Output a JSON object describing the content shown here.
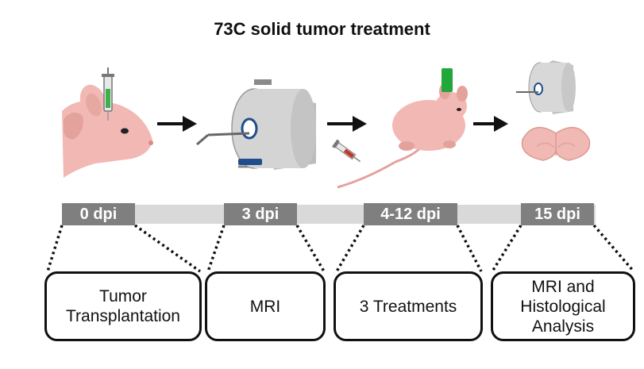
{
  "title": "73C solid tumor treatment",
  "colors": {
    "skin": "#f2b8b4",
    "skin_shadow": "#e4a29c",
    "badge": "#7f7f7f",
    "bar": "#d9d9d9",
    "scanner": "#d4d4d4",
    "scanner_ring": "#1f4e8c",
    "syringe_liquid_green": "#3cb04a",
    "syringe_liquid_red": "#c0392b",
    "implant_green": "#22a83a",
    "brain": "#f0b9b3"
  },
  "stages": [
    {
      "dpi_label": "0 dpi",
      "box_lines": [
        "Tumor",
        "Transplantation"
      ],
      "illustration": "mouse-head-syringe-icon"
    },
    {
      "dpi_label": "3 dpi",
      "box_lines": [
        "MRI"
      ],
      "illustration": "mri-scanner-icon"
    },
    {
      "dpi_label": "4-12 dpi",
      "box_lines": [
        "3 Treatments"
      ],
      "illustration": "mouse-treatment-icon"
    },
    {
      "dpi_label": "15 dpi",
      "box_lines": [
        "MRI and",
        "Histological",
        "Analysis"
      ],
      "illustration": "mri-brain-section-icon"
    }
  ]
}
